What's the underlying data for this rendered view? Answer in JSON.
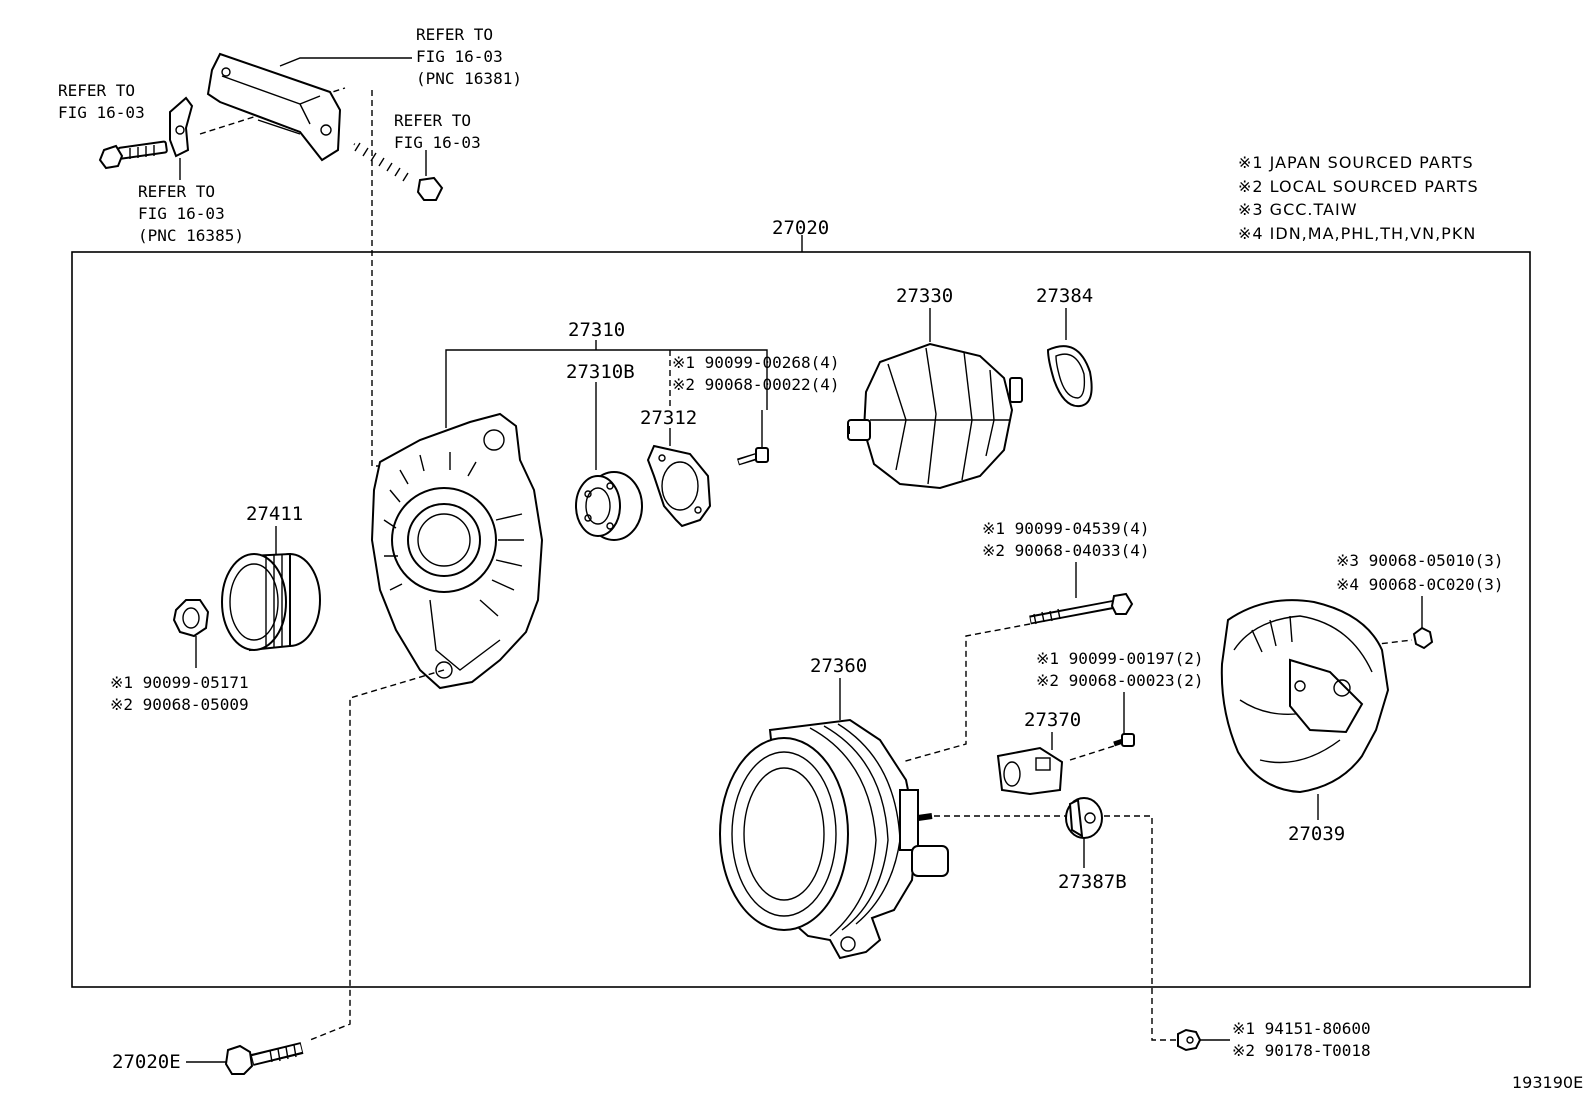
{
  "diagram_id": "193190E",
  "legend": [
    "※1 JAPAN SOURCED PARTS",
    "※2 LOCAL SOURCED PARTS",
    "※3 GCC.TAIW",
    "※4 IDN,MA,PHL,TH,VN,PKN"
  ],
  "refer": {
    "left_bolt": [
      "REFER TO",
      "FIG 16-03"
    ],
    "bracket_left": [
      "REFER TO",
      "FIG 16-03",
      "(PNC 16385)"
    ],
    "bracket_top": [
      "REFER TO",
      "FIG 16-03",
      "(PNC 16381)"
    ],
    "long_bolt": [
      "REFER TO",
      "FIG 16-03"
    ]
  },
  "parts": {
    "assembly": "27020",
    "pulley": "27411",
    "drive_frame": "27310",
    "bearing": "27310B",
    "retainer": "27312",
    "rotor": "27330",
    "spacer": "27384",
    "stator_frame": "27360",
    "regulator": "27370",
    "terminal_insulator": "27387B",
    "rear_cover": "27039",
    "bolt_bottom": "27020E"
  },
  "callouts": {
    "nut": [
      "※1  90099-05171",
      "※2  90068-05009"
    ],
    "screw": [
      "※1 90099-00268(4)",
      "※2 90068-00022(4)"
    ],
    "through_bolt": [
      "※1  90099-04539(4)",
      "※2  90068-04033(4)"
    ],
    "cover_nut": [
      "※3  90068-05010(3)",
      "※4  90068-0C020(3)"
    ],
    "regulator_screw": [
      "※1  90099-00197(2)",
      "※2  90068-00023(2)"
    ],
    "terminal_nut": [
      "※1  94151-80600",
      "※2  90178-T0018"
    ]
  }
}
